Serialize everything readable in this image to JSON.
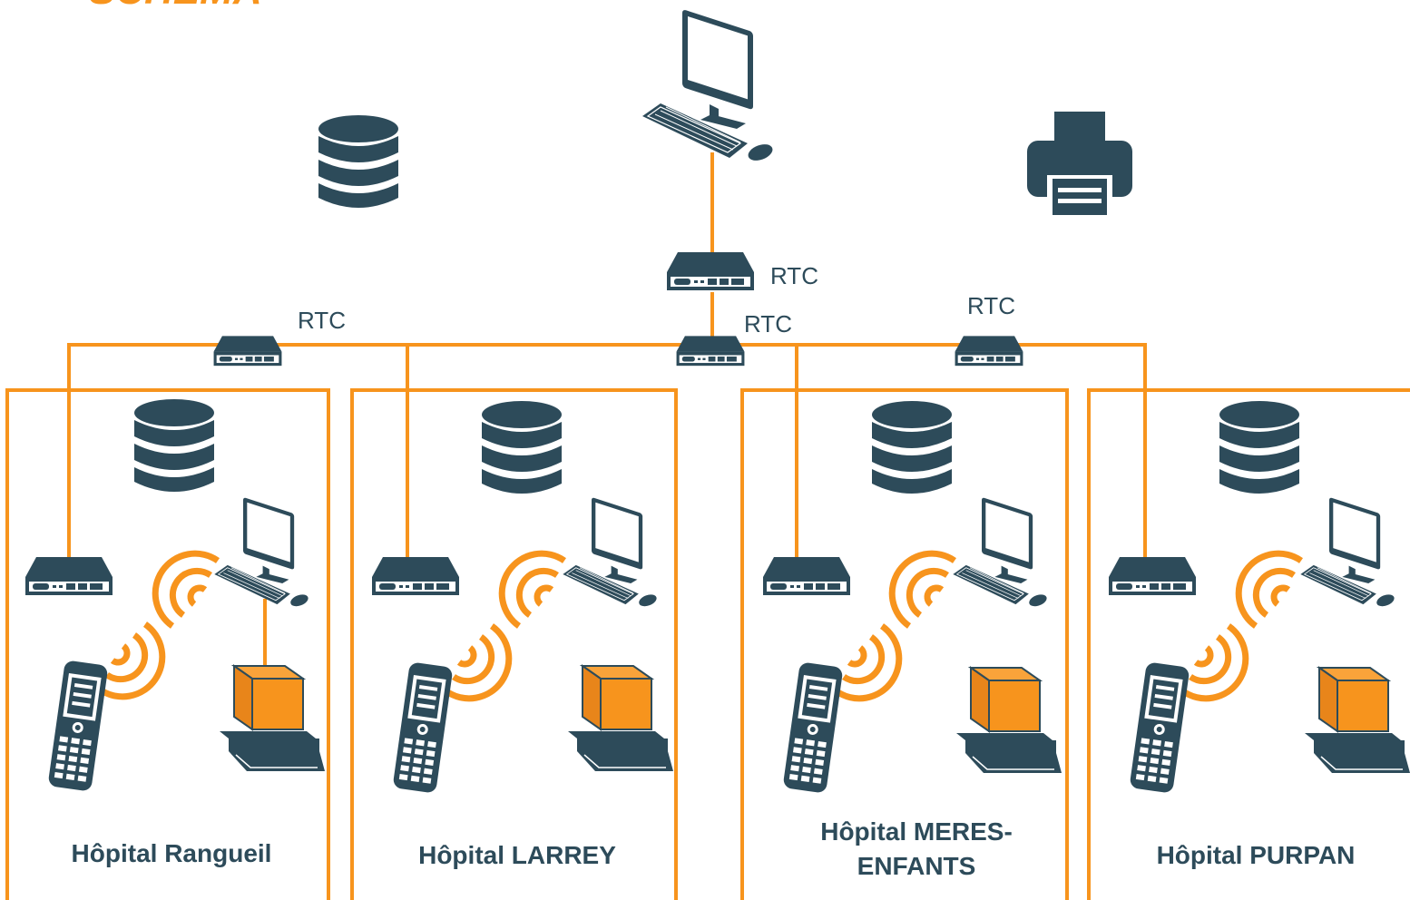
{
  "title_fragment": "SCHEMA",
  "colors": {
    "accent": "#f7941d",
    "device": "#2d4b5a",
    "text": "#2d4b5a"
  },
  "central": {
    "icons": [
      "database-icon",
      "computer-icon",
      "printer-icon",
      "modem-icon"
    ],
    "modem_label": "RTC"
  },
  "backbone_modems": [
    {
      "label": "RTC"
    },
    {
      "label": "RTC"
    },
    {
      "label": "RTC"
    }
  ],
  "hospitals": [
    {
      "name_lines": [
        "Hôpital Rangueil"
      ]
    },
    {
      "name_lines": [
        "Hôpital LARREY"
      ]
    },
    {
      "name_lines": [
        "Hôpital MERES-",
        "ENFANTS"
      ]
    },
    {
      "name_lines": [
        "Hôpital PURPAN"
      ]
    }
  ],
  "site_icons": [
    "database-icon",
    "modem-icon",
    "computer-icon",
    "wifi-icon",
    "handheld-scanner-icon",
    "scale-icon"
  ]
}
